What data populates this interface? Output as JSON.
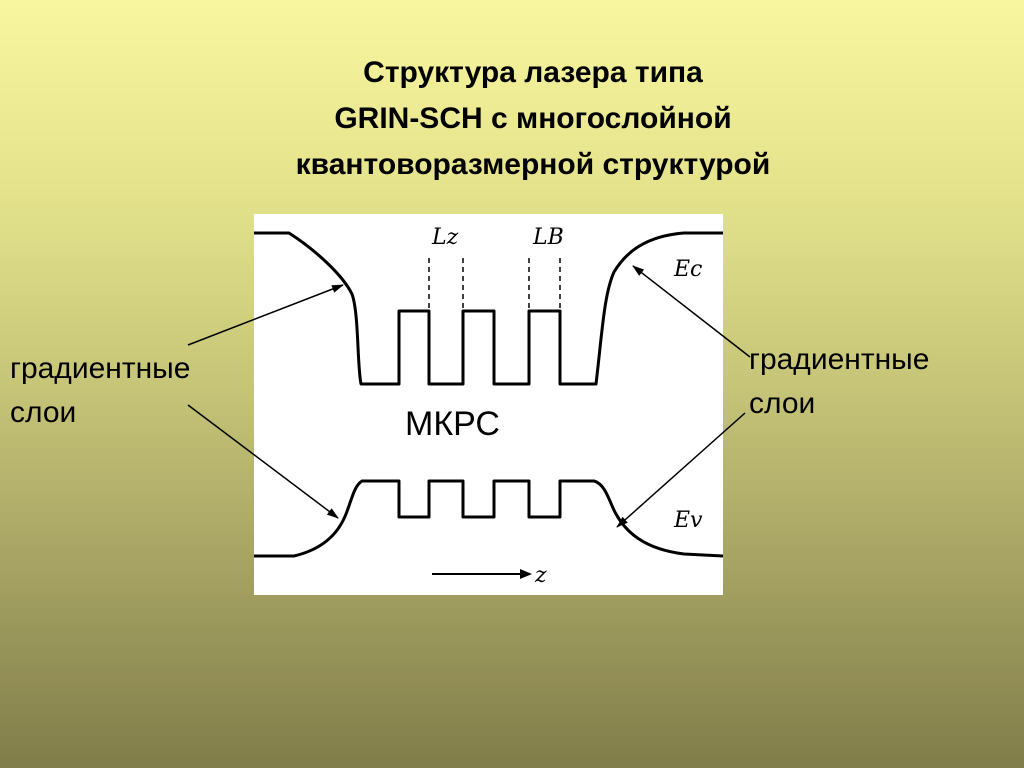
{
  "title": {
    "line1": "Структура лазера типа",
    "line2": "GRIN-SCH с многослойной",
    "line3": "квантоворазмерной структурой"
  },
  "diagram": {
    "label_lz": "Lz",
    "label_lb": "LB",
    "label_ec": "Ec",
    "label_ev": "Ev",
    "axis_label": "z",
    "center_label": "МКРС"
  },
  "left_label": {
    "line1": "градиентные",
    "line2": "слои"
  },
  "right_label": {
    "line1": "градиентные",
    "line2": "слои"
  }
}
